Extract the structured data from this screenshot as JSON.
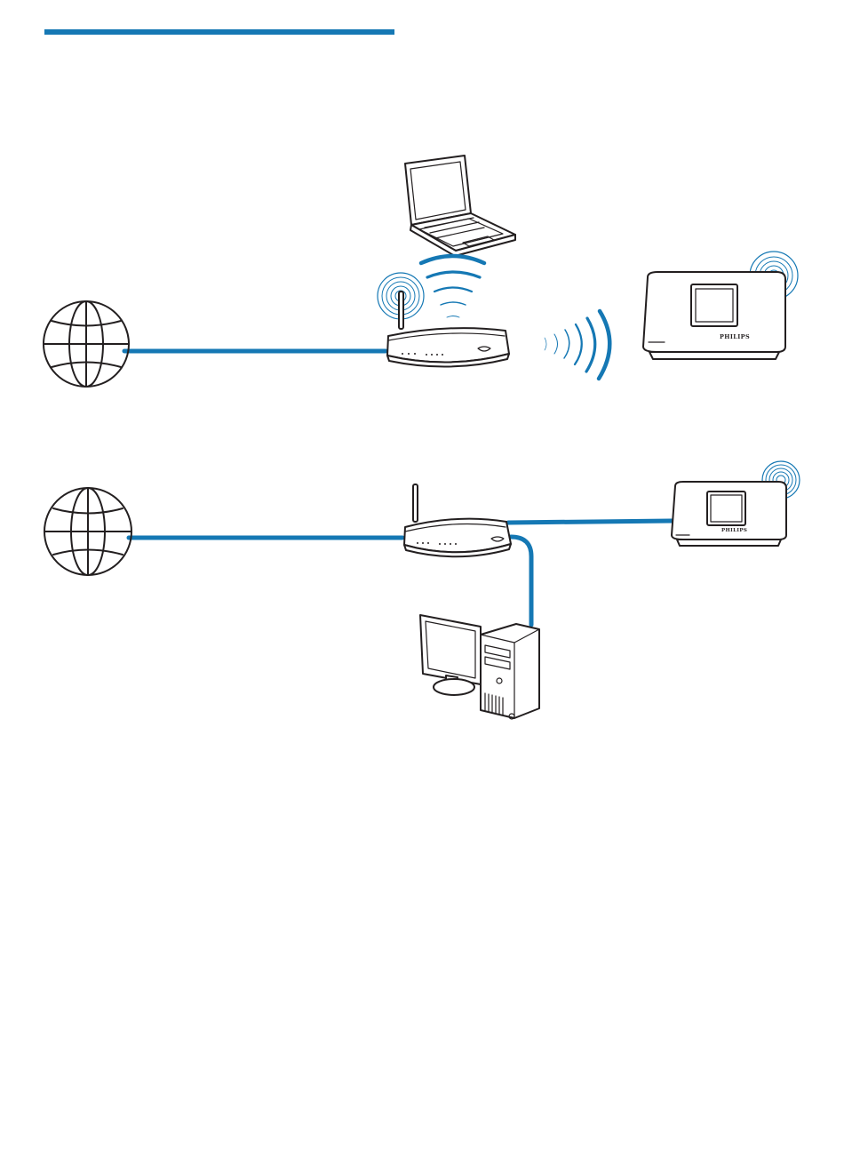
{
  "colors": {
    "accent": "#1578b4",
    "line": "#231f20",
    "background": "#ffffff"
  },
  "header": {
    "rule_color": "#1578b4"
  },
  "icons": {
    "internet": "globe-icon",
    "router": "router-icon",
    "laptop": "laptop-icon",
    "speaker": "speaker-icon",
    "desktop": "desktop-computer-icon",
    "wireless": "wifi-waves-icon"
  },
  "devices": {
    "speaker_brand": "PHILIPS"
  },
  "setups": [
    {
      "type": "wireless"
    },
    {
      "type": "wired"
    }
  ]
}
